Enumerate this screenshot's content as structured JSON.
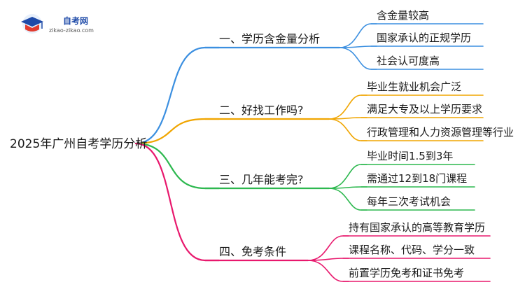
{
  "logo": {
    "title": "自考网",
    "url_text": "zikao-zikao.com"
  },
  "mindmap": {
    "root": "2025年广州自考学历分析",
    "branches": [
      {
        "label": "一、学历含金量分析",
        "color": "#3b8fe0",
        "leaves": [
          "含金量较高",
          "国家承认的正规学历",
          "社会认可度高"
        ]
      },
      {
        "label": "二、好找工作吗?",
        "color": "#f0a500",
        "leaves": [
          "毕业生就业机会广泛",
          "满足大专及以上学历要求",
          "行政管理和人力资源管理等行业"
        ]
      },
      {
        "label": "三、几年能考完?",
        "color": "#2db84f",
        "leaves": [
          "毕业时间1.5到3年",
          "需通过12到18门课程",
          "每年三次考试机会"
        ]
      },
      {
        "label": "四、免考条件",
        "color": "#e8186d",
        "leaves": [
          "持有国家承认的高等教育学历",
          "课程名称、代码、学分一致",
          "前置学历免考和证书免考"
        ]
      }
    ]
  }
}
